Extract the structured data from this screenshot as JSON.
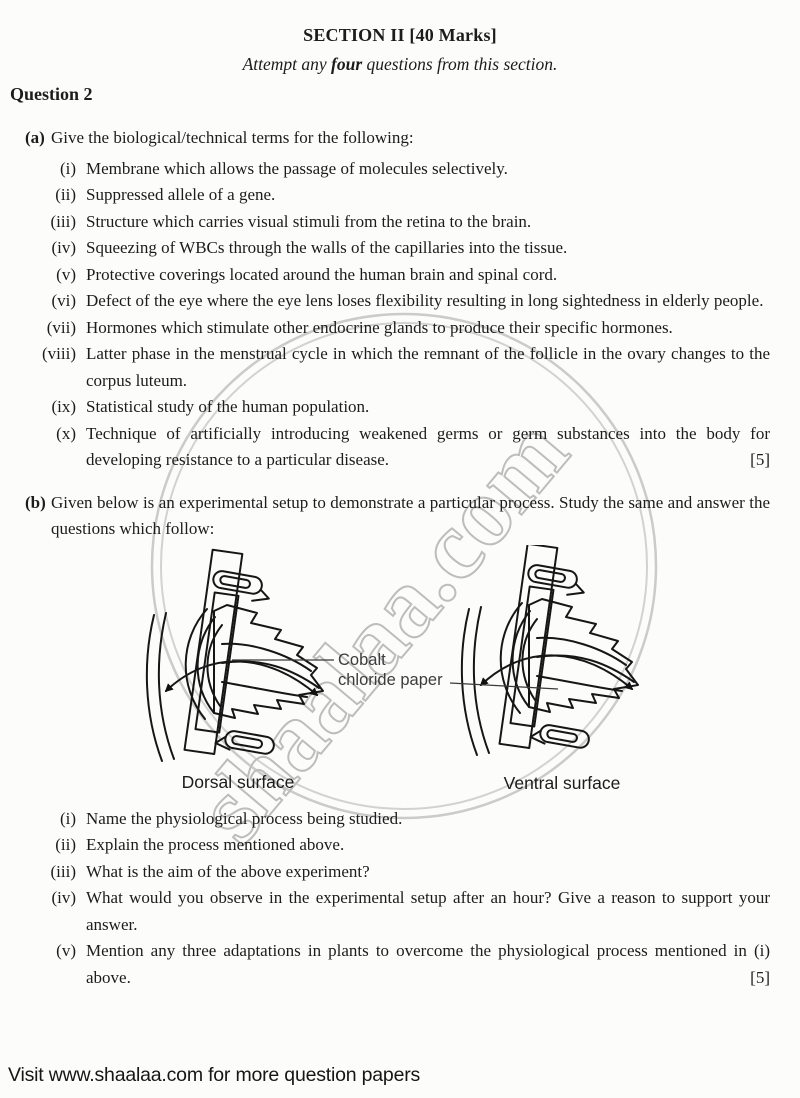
{
  "page": {
    "section_title": "SECTION II [40 Marks]",
    "instruction_prefix": "Attempt any ",
    "instruction_bold": "four",
    "instruction_suffix": " questions from this section.",
    "question_title": "Question 2",
    "watermark": "shaalaa.com",
    "footer": "Visit www.shaalaa.com for more question papers"
  },
  "colors": {
    "ink": "#1c1c1c",
    "watermark": "#bdbdbd",
    "paper": "#fcfcfb"
  },
  "part_a": {
    "label": "(a)",
    "intro": "Give the biological/technical terms for the following:",
    "marks": "[5]",
    "items": [
      {
        "num": "(i)",
        "text": "Membrane which allows the passage of molecules selectively."
      },
      {
        "num": "(ii)",
        "text": "Suppressed allele of a gene."
      },
      {
        "num": "(iii)",
        "text": "Structure which carries visual stimuli from the retina to the brain."
      },
      {
        "num": "(iv)",
        "text": "Squeezing of WBCs through the walls of the capillaries into the tissue."
      },
      {
        "num": "(v)",
        "text": "Protective coverings located around the human brain and spinal cord."
      },
      {
        "num": "(vi)",
        "text": "Defect of the eye where the eye lens loses flexibility resulting in long sightedness in elderly people."
      },
      {
        "num": "(vii)",
        "text": "Hormones which stimulate other endocrine glands to produce their specific hormones."
      },
      {
        "num": "(viii)",
        "text": "Latter phase in the menstrual cycle in which the remnant of the follicle in the ovary changes to the corpus luteum."
      },
      {
        "num": "(ix)",
        "text": "Statistical study of the human population."
      },
      {
        "num": "(x)",
        "text": "Technique of artificially introducing weakened germs or germ substances into the body for developing resistance to a particular disease."
      }
    ]
  },
  "part_b": {
    "label": "(b)",
    "intro": "Given below is an experimental setup to demonstrate a particular process. Study the same and answer the questions which follow:",
    "marks": "[5]",
    "items": [
      {
        "num": "(i)",
        "text": "Name the physiological process being studied."
      },
      {
        "num": "(ii)",
        "text": "Explain the process mentioned above."
      },
      {
        "num": "(iii)",
        "text": "What is the aim of the above experiment?"
      },
      {
        "num": "(iv)",
        "text": "What would you observe in the experimental setup after an hour? Give a reason to support your answer."
      },
      {
        "num": "(v)",
        "text": "Mention any three adaptations in plants to overcome the physiological process mentioned in (i) above."
      }
    ]
  },
  "diagram": {
    "label_line1": "Cobalt",
    "label_line2": "chloride paper",
    "left_caption": "Dorsal surface",
    "right_caption": "Ventral surface"
  }
}
